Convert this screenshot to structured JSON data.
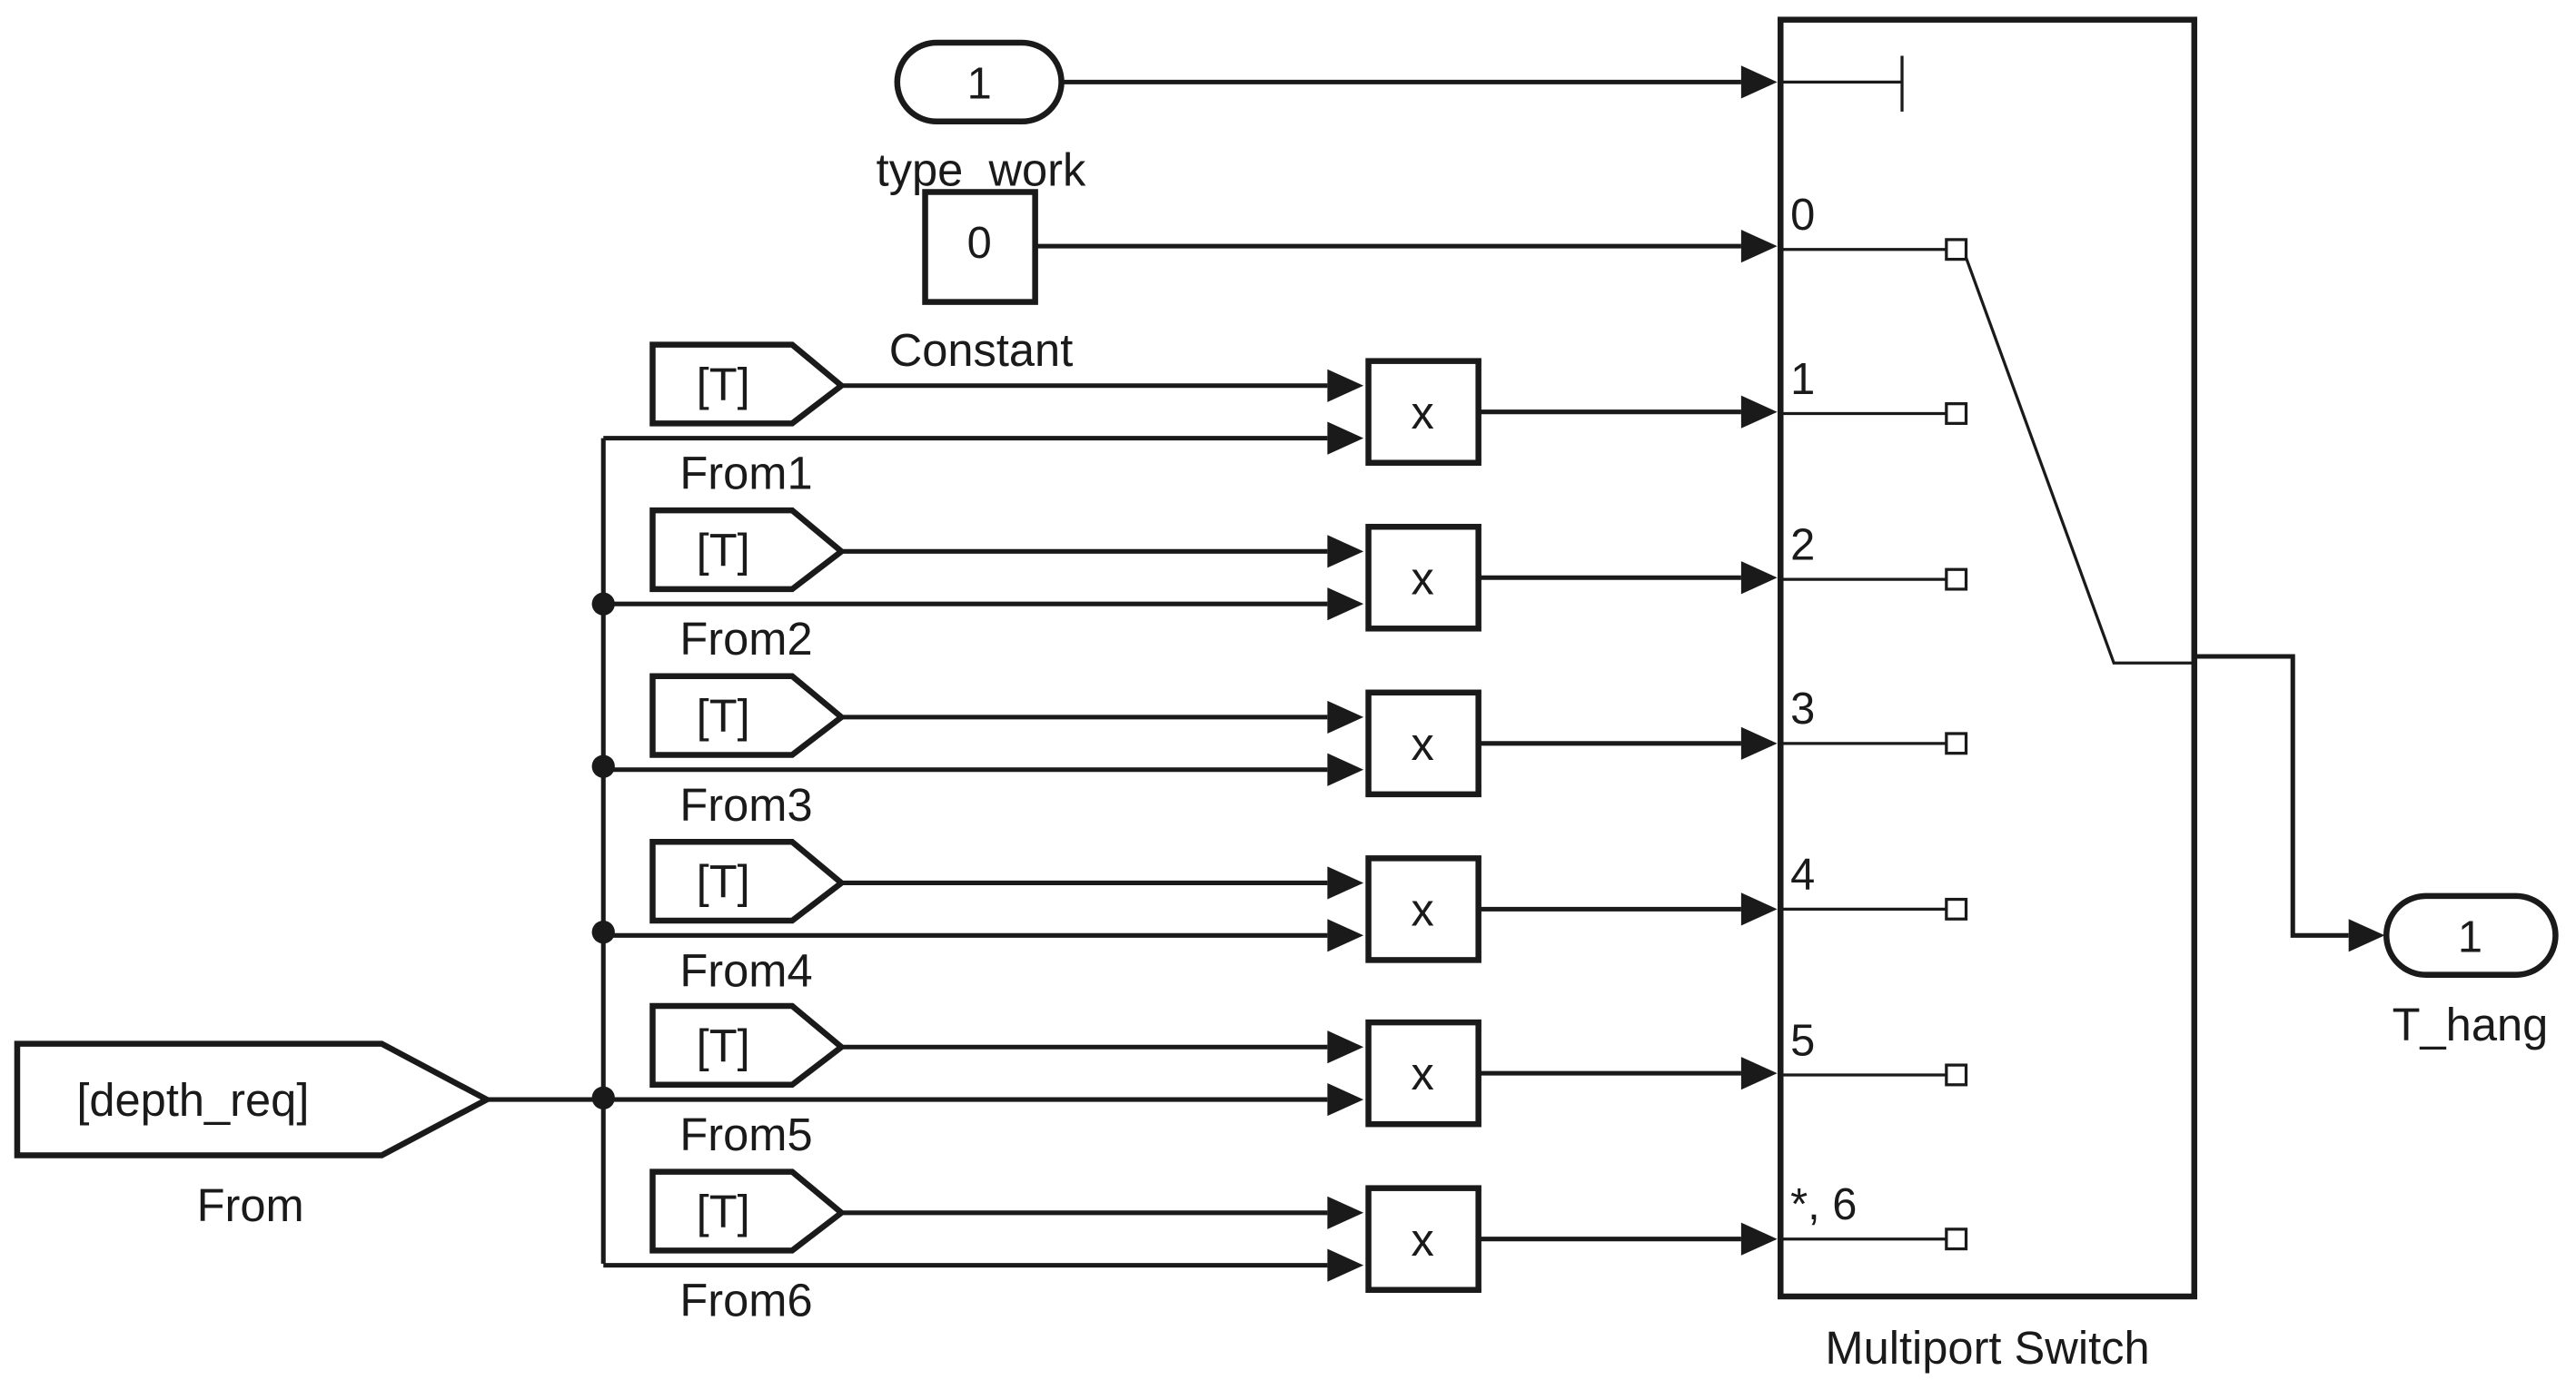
{
  "inport": {
    "value": "1",
    "name": "type_work"
  },
  "constant": {
    "value": "0",
    "name": "Constant"
  },
  "from_main": {
    "tag": "[depth_req]",
    "name": "From"
  },
  "from_blocks": [
    {
      "tag": "[T]",
      "name": "From1"
    },
    {
      "tag": "[T]",
      "name": "From2"
    },
    {
      "tag": "[T]",
      "name": "From3"
    },
    {
      "tag": "[T]",
      "name": "From4"
    },
    {
      "tag": "[T]",
      "name": "From5"
    },
    {
      "tag": "[T]",
      "name": "From6"
    }
  ],
  "products": [
    {
      "symbol": "x"
    },
    {
      "symbol": "x"
    },
    {
      "symbol": "x"
    },
    {
      "symbol": "x"
    },
    {
      "symbol": "x"
    },
    {
      "symbol": "x"
    }
  ],
  "switch": {
    "name": "Multiport Switch",
    "ports": [
      "0",
      "1",
      "2",
      "3",
      "4",
      "5",
      "*, 6"
    ]
  },
  "outport": {
    "value": "1",
    "name": "T_hang"
  }
}
